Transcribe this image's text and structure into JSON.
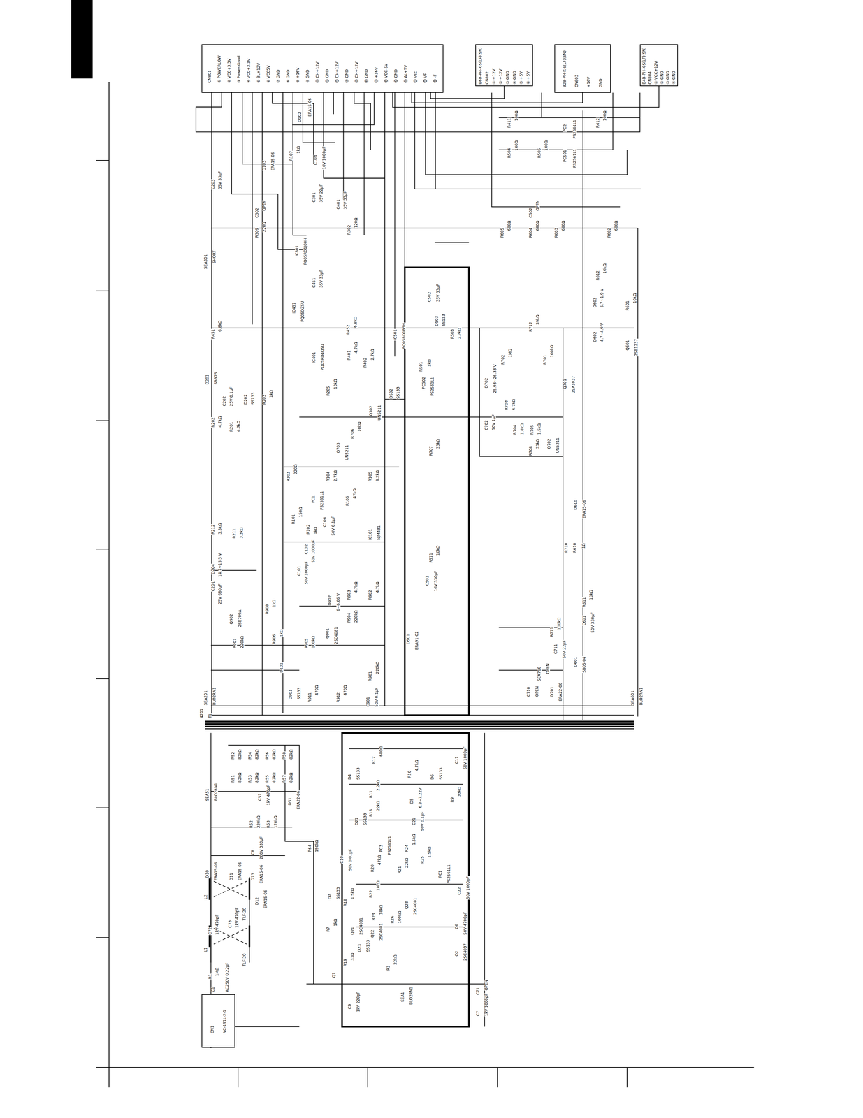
{
  "diagram": {
    "nodes": [
      {
        "text": [
          "CN801",
          "① POWERLOW",
          "② VCC+3.3V",
          "③ Power-Good",
          "④ VCC+3.3V",
          "⑤ BL+12V",
          "⑥ VCC5V",
          "⑦ GND",
          "⑧ GND",
          "⑨ +16V",
          "⑩ GND",
          "⑪ CH+12V",
          "⑫ GND",
          "⑬ CH+12V",
          "⑭ GND",
          "⑮ CH+12V",
          "⑯ GND",
          "⑰ +16V",
          "⑱ VCC-5V",
          "⑲ GND",
          "⑳ AL+5V",
          "㉑ Vsc",
          "㉒ VF",
          "㉓ -F"
        ]
      },
      {
        "text": [
          "B6B-PH-K-S(LF)(SN)",
          "CN802",
          "① +12V",
          "② +12V",
          "③ GND",
          "④ GND",
          "⑤ +5V",
          "⑥ +5V"
        ]
      },
      {
        "text": [
          "B2B-PH-K-S(LF)(SN)",
          "CN803",
          "+16V",
          "GND"
        ]
      },
      {
        "text": [
          "B4B-PH-K-S(LF)(SN)",
          "CN804",
          "① VCC+12V",
          "② GND",
          "③ GND",
          "④ GND"
        ]
      },
      {
        "text": [
          "CN1",
          "NC-1S1L-2-1"
        ]
      }
    ],
    "edges": [
      {
        "from": 1,
        "to": 0,
        "arrow": "none"
      },
      {
        "from": 2,
        "to": 0,
        "arrow": "none"
      },
      {
        "from": 3,
        "to": 0,
        "arrow": "none"
      }
    ],
    "labels": [
      "D102",
      "ERA15-06",
      "R411",
      "100Ω",
      "PC2",
      "PS2561L1",
      "R412",
      "100Ω",
      "R504",
      "100Ω",
      "R505",
      "100Ω",
      "PC501",
      "PS2561L1",
      "D103",
      "ERA15-06",
      "R107",
      "1kΩ",
      "C103",
      "10V 1000μF",
      "C203",
      "35V 33μF",
      "C302",
      "OPEN",
      "R309",
      "220Ω",
      "C301",
      "35V 22μF",
      "C401",
      "35V 33μF",
      "R302",
      "120Ω",
      "IC301",
      "PQ05RD1J00H",
      "C502",
      "OPEN",
      "R605",
      "680Ω",
      "R604",
      "680Ω",
      "R603",
      "680Ω",
      "R602",
      "680Ω",
      "SEA301",
      "SHORT",
      "C451",
      "35V 33μF",
      "IC451",
      "PQ05DZ5U",
      "C502",
      "35V 33μF",
      "R612",
      "10kΩ",
      "D603",
      "5.7~1.9 V",
      "R601",
      "10kΩ",
      "D602",
      "4.7~4.9 V",
      "Q601",
      "2SB1237",
      "R451",
      "6.8kΩ",
      "R452",
      "6.8kΩ",
      "R712",
      "39kΩ",
      "D503",
      "SS133",
      "R503",
      "2.7kΩ",
      "IC501",
      "PQ05RD1B5H",
      "IC401",
      "PQ05RD4Q5U",
      "R401",
      "4.7kΩ",
      "R402",
      "2.7kΩ",
      "R702",
      "1MΩ",
      "R701",
      "100kΩ",
      "Q701",
      "2SA1037",
      "D702",
      "25.93~26.33 V",
      "PC502",
      "PS2561L1",
      "R501",
      "1kΩ",
      "D201",
      "SBB75",
      "C202",
      "25V 0.1μF",
      "D202",
      "SS133",
      "R203",
      "1kΩ",
      "R205",
      "10kΩ",
      "D502",
      "SS133",
      "Q302",
      "UN5211",
      "R202",
      "4.7kΩ",
      "R201",
      "4.7kΩ",
      "R703",
      "6.7kΩ",
      "C702",
      "50V 1μF",
      "R704",
      "1.8kΩ",
      "R705",
      "1.5kΩ",
      "Q702",
      "UN5211",
      "R706",
      "10kΩ",
      "Q703",
      "UN5211",
      "R707",
      "33kΩ",
      "R708",
      "33kΩ",
      "R103",
      "220Ω",
      "R104",
      "2.7kΩ",
      "R105",
      "8.2kΩ",
      "D610",
      "ERA15-06",
      "PC1",
      "PS2561L1",
      "R106",
      "47kΩ",
      "C106",
      "50V 0.1μF",
      "IC101",
      "NJM431",
      "R101",
      "150Ω",
      "R102",
      "1kΩ",
      "R212",
      "3.3kΩ",
      "R211",
      "3.3kΩ",
      "C102",
      "50V 1000μF",
      "C101",
      "50V 1000μF",
      "R710",
      "R610",
      "1Ω",
      "D204",
      "14.7~15.5 V",
      "C201",
      "25V 680μF",
      "R511",
      "10kΩ",
      "C501",
      "16V 330μF",
      "R908",
      "1kΩ",
      "R902",
      "4.7kΩ",
      "R903",
      "4.7kΩ",
      "D902",
      "6~6.66 V",
      "R611",
      "10kΩ",
      "C601",
      "50V 330μF",
      "Q902",
      "2SB709A",
      "R904",
      "220kΩ",
      "Q901",
      "2SC4081",
      "R907",
      "220kΩ",
      "R906",
      "1kΩ",
      "R905",
      "100kΩ",
      "D501",
      "ERA91-02",
      "R711",
      "100kΩ",
      "C711",
      "50V 22μF",
      "D101",
      "R901",
      "220kΩ",
      "D601",
      "SB05-04",
      "SEA710",
      "OPEN",
      "SEA201",
      "BLO2RN1",
      "D901",
      "SS133",
      "R911",
      "470Ω",
      "R912",
      "470Ω",
      "C901",
      "50V 0.1μF",
      "C710",
      "OPEN",
      "D701",
      "ERA22-06",
      "SEA601",
      "BLO2RN1",
      "4201",
      "T1",
      "R52",
      "82kΩ",
      "R54",
      "82kΩ",
      "R56",
      "82kΩ",
      "R58",
      "82kΩ",
      "R51",
      "82kΩ",
      "R53",
      "82kΩ",
      "R55",
      "82kΩ",
      "R57",
      "82kΩ",
      "SEA51",
      "BLO2RN1",
      "C51",
      "1kV 470pF",
      "D51",
      "ERA22-06",
      "R62",
      "220kΩ",
      "R63",
      "120kΩ",
      "C8",
      "200V 330μF",
      "D10",
      "ERA15-06",
      "D11",
      "ERA15-06",
      "D13",
      "ERA15-06",
      "D12",
      "ERA15-06",
      "L2",
      "TLF-20",
      "C73",
      "1kV 470pF",
      "C72",
      "1kV 470pF",
      "L1",
      "TLF-20",
      "R1",
      "1MΩ",
      "C1",
      "AC250V 0.22μF",
      "D4",
      "SS133",
      "R17",
      "680Ω",
      "C11",
      "50V 1000pF",
      "R10",
      "4.7kΩ",
      "D6",
      "SS133",
      "R11",
      "2.2kΩ",
      "D5",
      "6.8~7.22V",
      "R9",
      "33kΩ",
      "R13",
      "22kΩ",
      "C21",
      "50V 0.1μF",
      "D21",
      "SS133",
      "R64",
      "150kΩ",
      "C10",
      "50V 0.01μF",
      "PC3",
      "PS2561L1",
      "R24",
      "1.5kΩ",
      "PC1",
      "PS2561L1",
      "R20",
      "47kΩ",
      "R21",
      "22kΩ",
      "R25",
      "1.5kΩ",
      "C22",
      "50V 1000pF",
      "D7",
      "SS133",
      "R18",
      "1.5kΩ",
      "R22",
      "18kΩ",
      "R23",
      "18kΩ",
      "Q23",
      "2SC4081",
      "R26",
      "100kΩ",
      "R7",
      "1kΩ",
      "Q21",
      "2SC4081",
      "Q22",
      "2SC4081",
      "D23",
      "SS133",
      "C6",
      "50V 4700pF",
      "Q2",
      "2SC4037",
      "R19",
      "33Ω",
      "Q1",
      "R3",
      "22kΩ",
      "C71",
      "OPEN",
      "C9",
      "1kV 220pF",
      "SEA1",
      "BLO2RN1",
      "C7",
      "1kV 1000pF"
    ]
  }
}
